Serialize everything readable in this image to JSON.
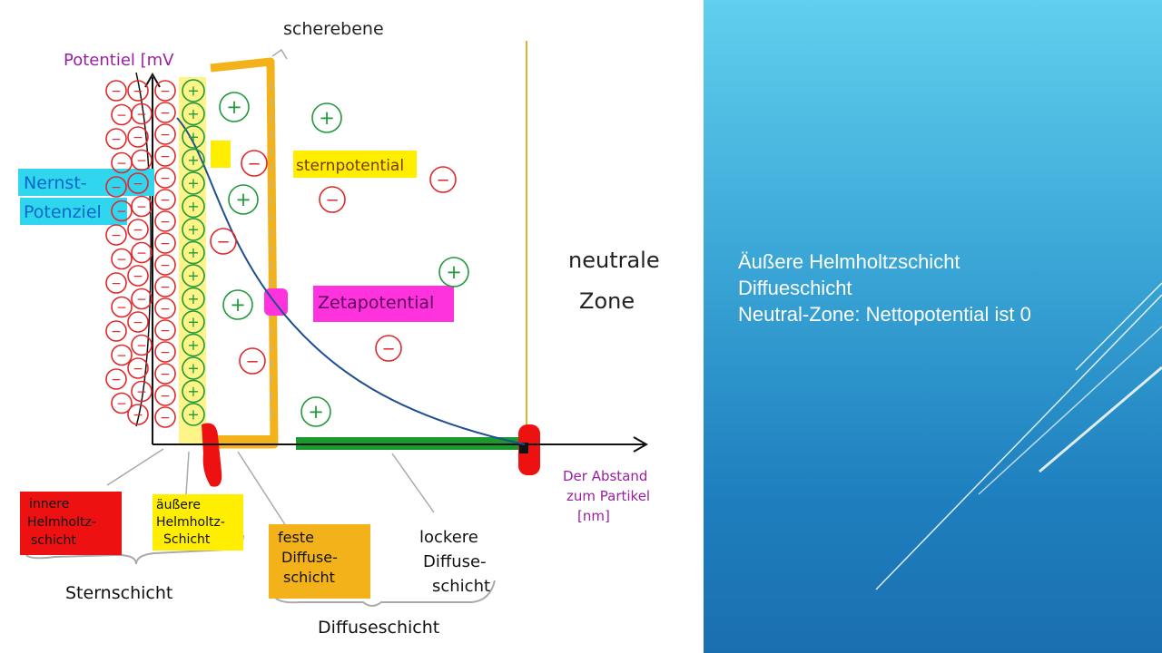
{
  "diagram": {
    "y_axis_label": "Potentiel [mV",
    "x_axis_label_1": "Der Abstand",
    "x_axis_label_2": "zum Partikel",
    "x_axis_label_3": "[nm]",
    "shear_plane_label": "scherebene",
    "nernst_label_1": "Nernst-",
    "nernst_label_2": "Potenziel",
    "stern_potential_label": "sternpotential",
    "zeta_potential_label": "Zetapotential",
    "neutral_zone_1": "neutrale",
    "neutral_zone_2": "Zone",
    "inner_helmholtz_1": "innere",
    "inner_helmholtz_2": "Helmholtz-",
    "inner_helmholtz_3": "schicht",
    "outer_helmholtz_1": "äußere",
    "outer_helmholtz_2": "Helmholtz-",
    "outer_helmholtz_3": "Schicht",
    "fixed_diffuse_1": "feste",
    "fixed_diffuse_2": "Diffuse-",
    "fixed_diffuse_3": "schicht",
    "loose_diffuse_1": "lockere",
    "loose_diffuse_2": "Diffuse-",
    "loose_diffuse_3": "schicht",
    "stern_layer_label": "Sternschicht",
    "diffuse_layer_label": "Diffuseschicht",
    "minus_sign": "−",
    "plus_sign": "+"
  },
  "panel": {
    "lines": [
      "Äußere Helmholtzschicht",
      "Diffueschicht",
      "Neutral-Zone: Nettopotential ist 0"
    ]
  },
  "colors": {
    "minus_ion": "#e0282a",
    "plus_ion": "#1f9a3a",
    "shear_frame": "#f4b21a",
    "curve": "#1e4f8f",
    "axis": "#111111",
    "green_bar": "#1a9a2e",
    "stern_highlight": "#ffee00",
    "nernst_highlight": "#2fd6ee",
    "zeta_highlight": "#ff33dd",
    "inner_highlight": "#ee1111",
    "label_purple": "#9a1fa0"
  }
}
